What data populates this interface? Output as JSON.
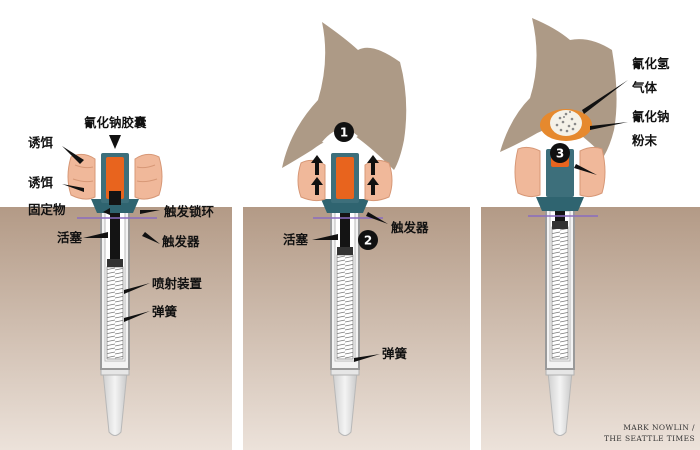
{
  "colors": {
    "sky": "#ffffff",
    "soil_top": "#b39a86",
    "soil_bottom": "#e6d9cf",
    "bait": "#f0b89a",
    "capsule": "#e8641e",
    "housing": "#2f6470",
    "tube_outline": "#9a9a9a",
    "spring": "#777777",
    "trigger_ring": "#8a6cc0",
    "animal": "#ad9a86",
    "powder": "#e6892e",
    "gas": "#f4c78a",
    "marker": "#111111"
  },
  "panel1": {
    "capsule": "氰化钠胶囊",
    "bait_top": "诱饵",
    "bait_mid": "诱饵",
    "holder": "固定物",
    "trigger_ring": "触发锁环",
    "piston": "活塞",
    "trigger": "触发器",
    "ejector": "喷射装置",
    "spring": "弹簧"
  },
  "panel2": {
    "step_number": "1",
    "step_number_2": "2",
    "piston": "活塞",
    "trigger": "触发器",
    "spring": "弹簧"
  },
  "panel3": {
    "step_number": "3",
    "gas_line1": "氰化氢",
    "gas_line2": "气体",
    "powder_line1": "氰化钠",
    "powder_line2": "粉末"
  },
  "credit": {
    "line1": "MARK NOWLIN /",
    "line2": "THE SEATTLE TIMES"
  }
}
